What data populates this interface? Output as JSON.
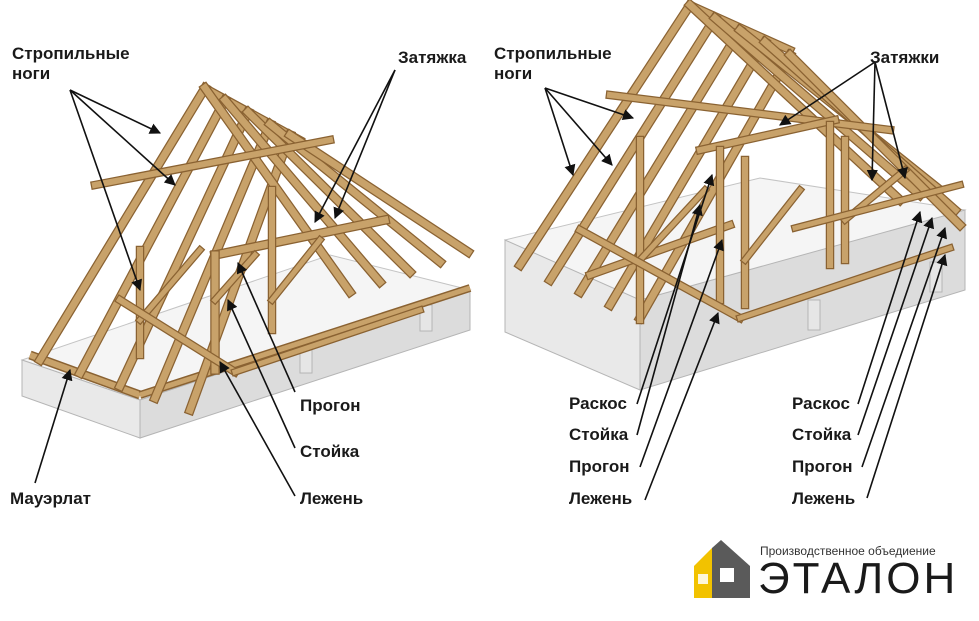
{
  "colors": {
    "timber": "#c8a26a",
    "timber_dark": "#8a6232",
    "wall": "#ebebeb",
    "wall_edge": "#b9b9b9",
    "floor": "#f6f6f6",
    "text": "#1a1a1a",
    "logo_yellow": "#f2c200",
    "logo_grey": "#5a5a5a"
  },
  "left_diagram": {
    "rafters": "Стропильные\nноги",
    "tie": "Затяжка",
    "purlin": "Прогон",
    "post": "Стойка",
    "sill": "Лежень",
    "wall_plate": "Мауэрлат"
  },
  "right_diagram": {
    "rafters": "Стропильные\nноги",
    "ties": "Затяжки",
    "brace_a": "Раскос",
    "post_a": "Стойка",
    "purlin_a": "Прогон",
    "sill_a": "Лежень",
    "brace_b": "Раскос",
    "post_b": "Стойка",
    "purlin_b": "Прогон",
    "sill_b": "Лежень"
  },
  "logo": {
    "subtitle": "Производственное объедиение",
    "name": "ЭТАЛОН",
    "icon": "house-logo-icon"
  }
}
